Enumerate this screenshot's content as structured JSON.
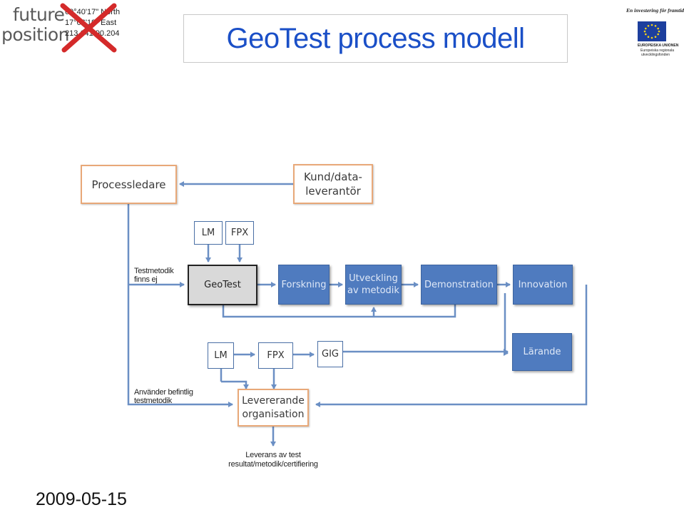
{
  "header": {
    "title": "GeoTest process modell",
    "logo_line1": "future",
    "logo_line2": "position",
    "coord_line1": "60°40'17\" North",
    "coord_line2": "17°06'19\" East",
    "coord_line3": "213.141.90.204",
    "eu_tagline": "En investering för framtiden",
    "eu_label1": "EUROPEISKA UNIONEN",
    "eu_label2": "Europeiska regionala",
    "eu_label3": "utvecklingsfonden"
  },
  "diagram": {
    "processledare": "Processledare",
    "kund_line1": "Kund/data-",
    "kund_line2": "leverantör",
    "top_lm": "LM",
    "top_fpx": "FPX",
    "note_testmetodik1": "Testmetodik",
    "note_testmetodik2": "finns ej",
    "geotest": "GeoTest",
    "forskning": "Forskning",
    "utveckling1": "Utveckling",
    "utveckling2": "av metodik",
    "demonstration": "Demonstration",
    "innovation": "Innovation",
    "mid_lm": "LM",
    "mid_fpx": "FPX",
    "gig": "GIG",
    "larande": "Lärande",
    "note_anvander1": "Använder befintlig",
    "note_anvander2": "testmetodik",
    "levererande1": "Levererande",
    "levererande2": "organisation",
    "leverans1": "Leverans av test",
    "leverans2": "resultat/metodik/certifiering"
  },
  "footer": {
    "date": "2009-05-15"
  },
  "colors": {
    "title": "#1a4fc7",
    "connector": "#6b8fc4",
    "blue_box": "#4f7bbf",
    "orange_border": "#e8a878",
    "logo_x": "#d42a2a"
  }
}
